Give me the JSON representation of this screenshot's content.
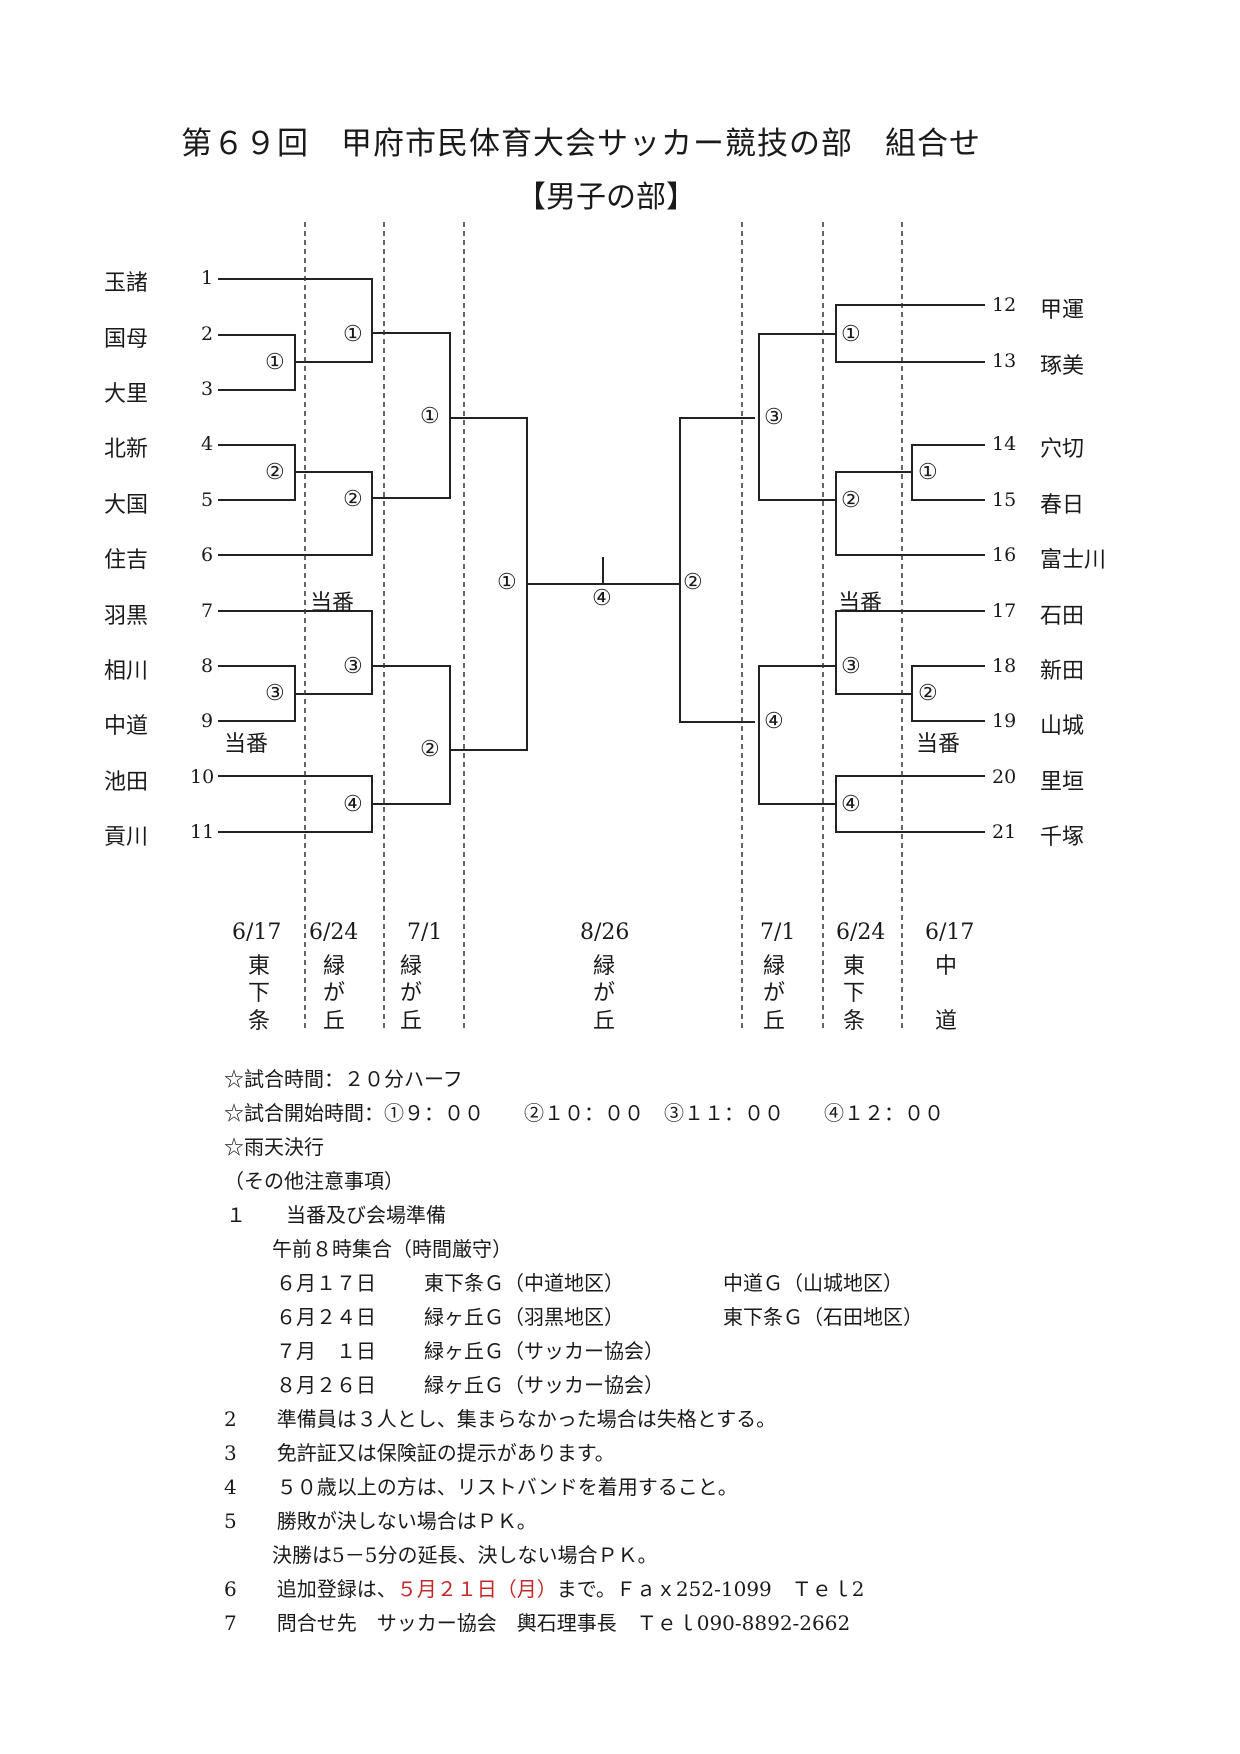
{
  "header": {
    "title": "第６９回　甲府市民体育大会サッカー競技の部　組合せ",
    "subtitle": "【男子の部】"
  },
  "left_teams": [
    {
      "name": "玉諸",
      "seed": "1"
    },
    {
      "name": "国母",
      "seed": "2"
    },
    {
      "name": "大里",
      "seed": "3"
    },
    {
      "name": "北新",
      "seed": "4"
    },
    {
      "name": "大国",
      "seed": "5"
    },
    {
      "name": "住吉",
      "seed": "6"
    },
    {
      "name": "羽黒",
      "seed": "7"
    },
    {
      "name": "相川",
      "seed": "8"
    },
    {
      "name": "中道",
      "seed": "9"
    },
    {
      "name": "池田",
      "seed": "10"
    },
    {
      "name": "貢川",
      "seed": "11"
    }
  ],
  "right_teams": [
    {
      "name": "甲運",
      "seed": "12"
    },
    {
      "name": "琢美",
      "seed": "13"
    },
    {
      "name": "穴切",
      "seed": "14"
    },
    {
      "name": "春日",
      "seed": "15"
    },
    {
      "name": "富士川",
      "seed": "16"
    },
    {
      "name": "石田",
      "seed": "17"
    },
    {
      "name": "新田",
      "seed": "18"
    },
    {
      "name": "山城",
      "seed": "19"
    },
    {
      "name": "里垣",
      "seed": "20"
    },
    {
      "name": "千塚",
      "seed": "21"
    }
  ],
  "match_marks": {
    "l1": "①",
    "l2": "②",
    "l3": "③",
    "l624_1": "①",
    "l624_2": "②",
    "l624_3": "③",
    "l624_4": "④",
    "l71_1": "①",
    "l71_2": "②",
    "left_final": "①",
    "center": "④",
    "right_final": "②",
    "r71_3": "③",
    "r71_4": "④",
    "r624_1": "①",
    "r624_2": "②",
    "r624_3": "③",
    "r624_4": "④",
    "r617_1": "①",
    "r617_2": "②"
  },
  "duty_label": "当番",
  "schedule": [
    {
      "date": "6/17",
      "venue": [
        "東",
        "下",
        "条"
      ]
    },
    {
      "date": "6/24",
      "venue": [
        "緑",
        "が",
        "丘"
      ]
    },
    {
      "date": "7/1",
      "venue": [
        "緑",
        "が",
        "丘"
      ]
    },
    {
      "date": "8/26",
      "venue": [
        "緑",
        "が",
        "丘"
      ]
    },
    {
      "date": "7/1",
      "venue": [
        "緑",
        "が",
        "丘"
      ]
    },
    {
      "date": "6/24",
      "venue": [
        "東",
        "下",
        "条"
      ]
    },
    {
      "date": "6/17",
      "venue": [
        "中",
        "",
        "道"
      ]
    }
  ],
  "notes": {
    "match_time": "☆試合時間：２０分ハーフ",
    "start_time": "☆試合開始時間：①９：００　　②１０：００　③１１：００　　④１２：００",
    "rain": "☆雨天決行",
    "other_heading": "（その他注意事項）",
    "item1": "１　　当番及び会場準備",
    "item1_sub": "午前８時集合（時間厳守）",
    "duty_rows": [
      {
        "date": "６月１７日",
        "venue": "東下条Ｇ（中道地区）",
        "venue2": "中道Ｇ（山城地区）"
      },
      {
        "date": "６月２４日",
        "venue": "緑ヶ丘Ｇ（羽黒地区）",
        "venue2": "東下条Ｇ（石田地区）"
      },
      {
        "date": "７月　１日",
        "venue": "緑ヶ丘Ｇ（サッカー協会）",
        "venue2": ""
      },
      {
        "date": "８月２６日",
        "venue": "緑ヶ丘Ｇ（サッカー協会）",
        "venue2": ""
      }
    ],
    "item2": "2　　準備員は３人とし、集まらなかった場合は失格とする。",
    "item3": "3　　免許証又は保険証の提示があります。",
    "item4": "4　　５０歳以上の方は、リストバンドを着用すること。",
    "item5": "5　　勝敗が決しない場合はＰＫ。",
    "item5_sub": "決勝は5－5分の延長、決しない場合ＰＫ。",
    "item6_pre": "6　　追加登録は、",
    "item6_date": "５月２１日（月）",
    "item6_post": "まで。Ｆａｘ252-1099　Ｔｅｌ2",
    "item7": "7　　問合せ先　サッカー協会　輿石理事長　Ｔｅｌ090-8892-2662"
  }
}
